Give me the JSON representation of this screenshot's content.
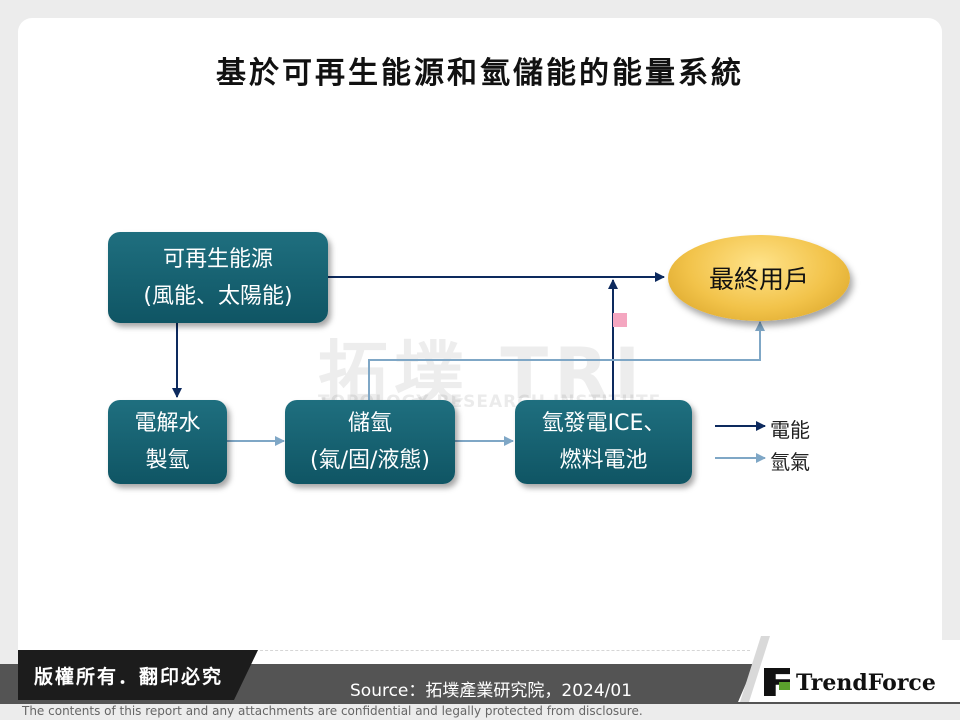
{
  "title": "基於可再生能源和氫儲能的能量系統",
  "watermark": {
    "main": "拓墣 TRI",
    "sub": "TOPOLOGY RESEARCH INSTITUTE"
  },
  "nodes": {
    "renewable": {
      "line1": "可再生能源",
      "line2": "(風能、太陽能)"
    },
    "electrolysis": {
      "line1": "電解水",
      "line2": "製氫"
    },
    "storage": {
      "line1": "儲氫",
      "line2": "(氣/固/液態)"
    },
    "conversion": {
      "line1": "氫發電ICE、",
      "line2": "燃料電池"
    },
    "end_user": {
      "label": "最終用戶"
    }
  },
  "legend": {
    "electric": {
      "label": "電能",
      "color": "#0d2a5e"
    },
    "hydrogen": {
      "label": "氫氣",
      "color": "#7fa7c6"
    }
  },
  "footer": {
    "copyright": "版權所有．翻印必究",
    "source": "Source：拓墣產業研究院，2024/01",
    "brand": "TrendForce",
    "disclaimer": "The contents of this report and any attachments are confidential and legally protected from disclosure."
  }
}
